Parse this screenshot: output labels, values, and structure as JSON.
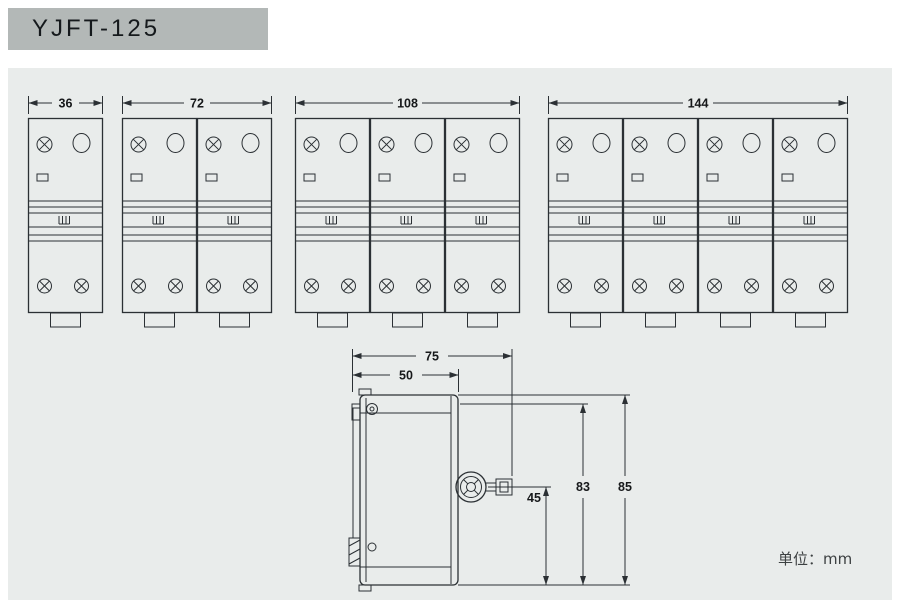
{
  "title": "YJFT-125",
  "diagram": {
    "front_views": [
      {
        "poles": 1,
        "width_label": "36"
      },
      {
        "poles": 2,
        "width_label": "72"
      },
      {
        "poles": 3,
        "width_label": "108"
      },
      {
        "poles": 4,
        "width_label": "144"
      }
    ],
    "side_view": {
      "width_total_label": "75",
      "width_body_label": "50",
      "height_handle_label": "45",
      "height_body_label": "83",
      "height_total_label": "85"
    },
    "unit_label": "单位：mm"
  },
  "colors": {
    "panel_bg": "#e9eceb",
    "line": "#2b3034",
    "title_bg": "#b3b8b7"
  }
}
